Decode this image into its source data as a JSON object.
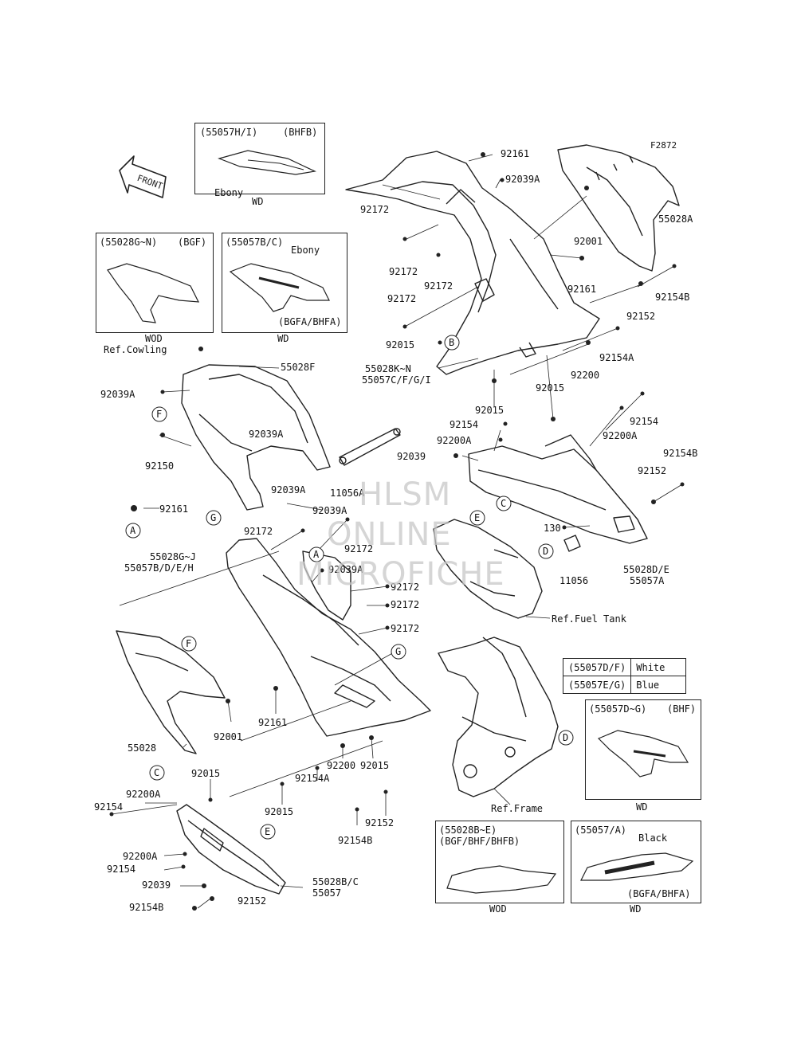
{
  "figure_code": "F2872",
  "front_arrow": "FRONT",
  "watermark": [
    "HLSM",
    "ONLINE",
    "MICROFICHE"
  ],
  "inset_boxes": [
    {
      "code": "(55057H/I)",
      "model": "(BHFB)",
      "note": "Ebony",
      "footer": "WD"
    },
    {
      "code": "(55028G~N)",
      "model": "(BGF)",
      "footer": "WOD"
    },
    {
      "code": "(55057B/C)",
      "note": "Ebony",
      "model": "(BGFA/BHFA)",
      "footer": "WD"
    },
    {
      "code": "(55057D~G)",
      "model": "(BHF)",
      "footer": "WD"
    },
    {
      "code": "(55028B~E)",
      "model": "(BGF/BHF/BHFB)",
      "footer": "WOD"
    },
    {
      "code": "(55057/A)",
      "note": "Black",
      "model": "(BGFA/BHFA)",
      "footer": "WD"
    }
  ],
  "color_table": [
    {
      "part": "(55057D/F)",
      "color": "White"
    },
    {
      "part": "(55057E/G)",
      "color": "Blue"
    }
  ],
  "callouts": [
    "A",
    "B",
    "C",
    "D",
    "E",
    "F",
    "G"
  ],
  "part_labels": {
    "p92161_top": "92161",
    "p92039A_top": "92039A",
    "p92172_a": "92172",
    "p92001_top": "92001",
    "p55028A": "55028A",
    "p92172_b": "92172",
    "p92172_c": "92172",
    "p92161_b": "92161",
    "p92154B_top": "92154B",
    "p92172_d": "92172",
    "p92152_top": "92152",
    "p92015_b": "92015",
    "p92154A_top": "92154A",
    "p55028KN": "55028K~N",
    "p55057CFGI": "55057C/F/G/I",
    "p92200_top": "92200",
    "p92015_c": "92015",
    "ref_cowling": "Ref.Cowling",
    "p55028F": "55028F",
    "p92039A_l": "92039A",
    "p92015_d": "92015",
    "p92154_m": "92154",
    "p92039A_m": "92039A",
    "p92200A_m": "92200A",
    "p92154_r": "92154",
    "p92200A_r": "92200A",
    "p92150": "92150",
    "p92039_m": "92039",
    "p92154B_r": "92154B",
    "p92152_r": "92152",
    "p92039A_n": "92039A",
    "p11056A": "11056A",
    "p92161_l": "92161",
    "p92039A_o": "92039A",
    "p130": "130",
    "p92172_e": "92172",
    "p92172_f": "92172",
    "p55028GJ": "55028G~J",
    "p55057BDEH": "55057B/D/E/H",
    "p92039A_p": "92039A",
    "p55028DE": "55028D/E",
    "p55057A": "55057A",
    "p11056": "11056",
    "p92172_g": "92172",
    "p92172_h": "92172",
    "ref_fuel_tank": "Ref.Fuel Tank",
    "p92172_i": "92172",
    "p92001_l": "92001",
    "p92161_c": "92161",
    "p55028": "55028",
    "p92015_e": "92015",
    "p92015_f": "92015",
    "p92200_b": "92200",
    "p92200A_l": "92200A",
    "p92154_l": "92154",
    "p92154A_b": "92154A",
    "p92015_g": "92015",
    "ref_frame": "Ref.Frame",
    "p92152_b": "92152",
    "p92154B_b": "92154B",
    "p92200A_l2": "92200A",
    "p92154_l2": "92154",
    "p92039_l": "92039",
    "p55028BC": "55028B/C",
    "p55057": "55057",
    "p92152_l": "92152",
    "p92154B_l": "92154B"
  }
}
